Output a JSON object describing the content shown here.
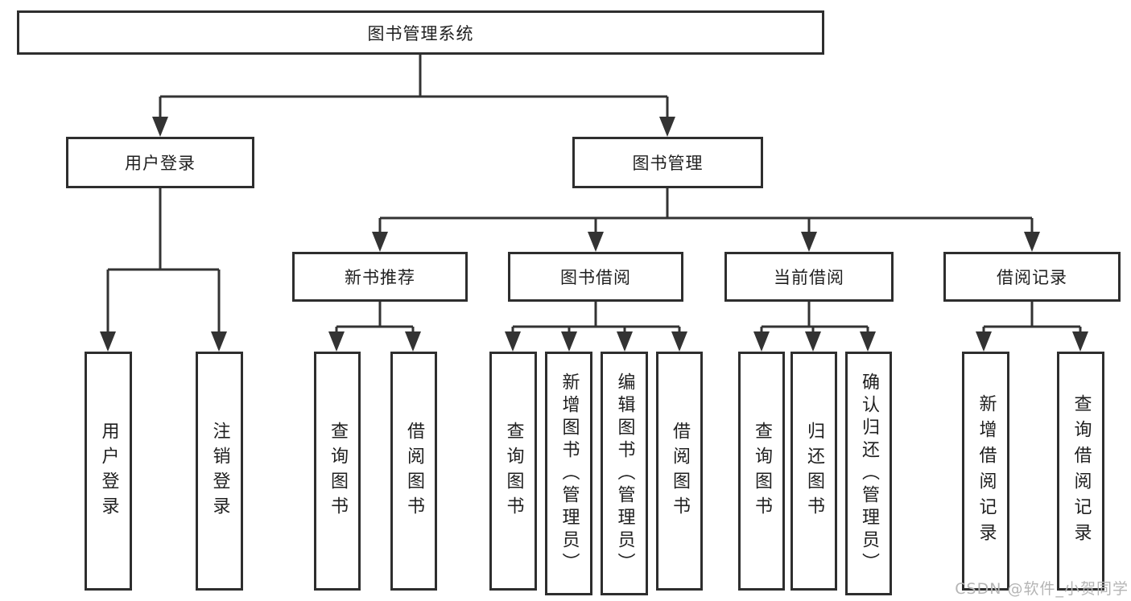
{
  "diagram_title": "图书管理系统",
  "nodes": {
    "root": "图书管理系统",
    "user_login": "用户登录",
    "book_mgmt": "图书管理",
    "new_book_rec": "新书推荐",
    "book_borrow": "图书借阅",
    "current_borrow": "当前借阅",
    "borrow_records": "借阅记录",
    "leaf_user_login": "用户登录",
    "leaf_logout": "注销登录",
    "leaf_rec_query_book": "查询图书",
    "leaf_rec_borrow_book": "借阅图书",
    "leaf_bb_query_book": "查询图书",
    "leaf_bb_add_book_admin": "新增图书（管理员）",
    "leaf_bb_edit_book_admin": "编辑图书（管理员）",
    "leaf_bb_borrow_book": "借阅图书",
    "leaf_cb_query_book": "查询图书",
    "leaf_cb_return_book": "归还图书",
    "leaf_cb_confirm_return_admin": "确认归还（管理员）",
    "leaf_br_add_record": "新增借阅记录",
    "leaf_br_query_record": "查询借阅记录"
  },
  "watermark": "CSDN @软件_小贺同学",
  "colors": {
    "line": "#333333",
    "text": "#1f1f1f",
    "watermark": "#b5b5b5",
    "background": "#ffffff"
  }
}
